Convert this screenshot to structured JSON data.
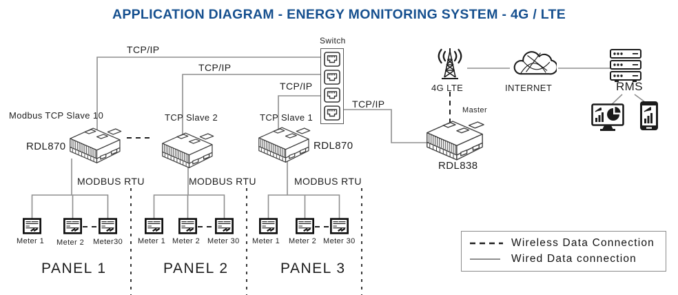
{
  "title": "APPLICATION DIAGRAM - ENERGY MONITORING SYSTEM - 4G / LTE",
  "colors": {
    "title": "#16508F",
    "wired_line": "#8e8e8e",
    "wireless_line": "#1f1f1f"
  },
  "switch": {
    "label": "Switch"
  },
  "tcpip_labels": [
    "TCP/IP",
    "TCP/IP",
    "TCP/IP",
    "TCP/IP"
  ],
  "devices": [
    {
      "role": "Modbus TCP Slave 10",
      "model": "RDL870"
    },
    {
      "role": "TCP Slave 2",
      "model": ""
    },
    {
      "role": "TCP Slave 1",
      "model": "RDL870"
    },
    {
      "role": "Master",
      "model": "RDL838"
    }
  ],
  "network": {
    "antenna_label": "4G LTE",
    "internet_label": "INTERNET",
    "rms_label": "RMS"
  },
  "modbus_rtu_labels": [
    "MODBUS RTU",
    "MODBUS RTU",
    "MODBUS RTU"
  ],
  "panels": [
    {
      "name": "PANEL 1",
      "meters": [
        "Meter 1",
        "Meter 2",
        "Meter30"
      ]
    },
    {
      "name": "PANEL 2",
      "meters": [
        "Meter 1",
        "Meter 2",
        "Meter 30"
      ]
    },
    {
      "name": "PANEL 3",
      "meters": [
        "Meter 1",
        "Meter 2",
        "Meter 30"
      ]
    }
  ],
  "legend": {
    "wireless_label": "Wireless Data Connection",
    "wired_label": "Wired Data connection"
  }
}
